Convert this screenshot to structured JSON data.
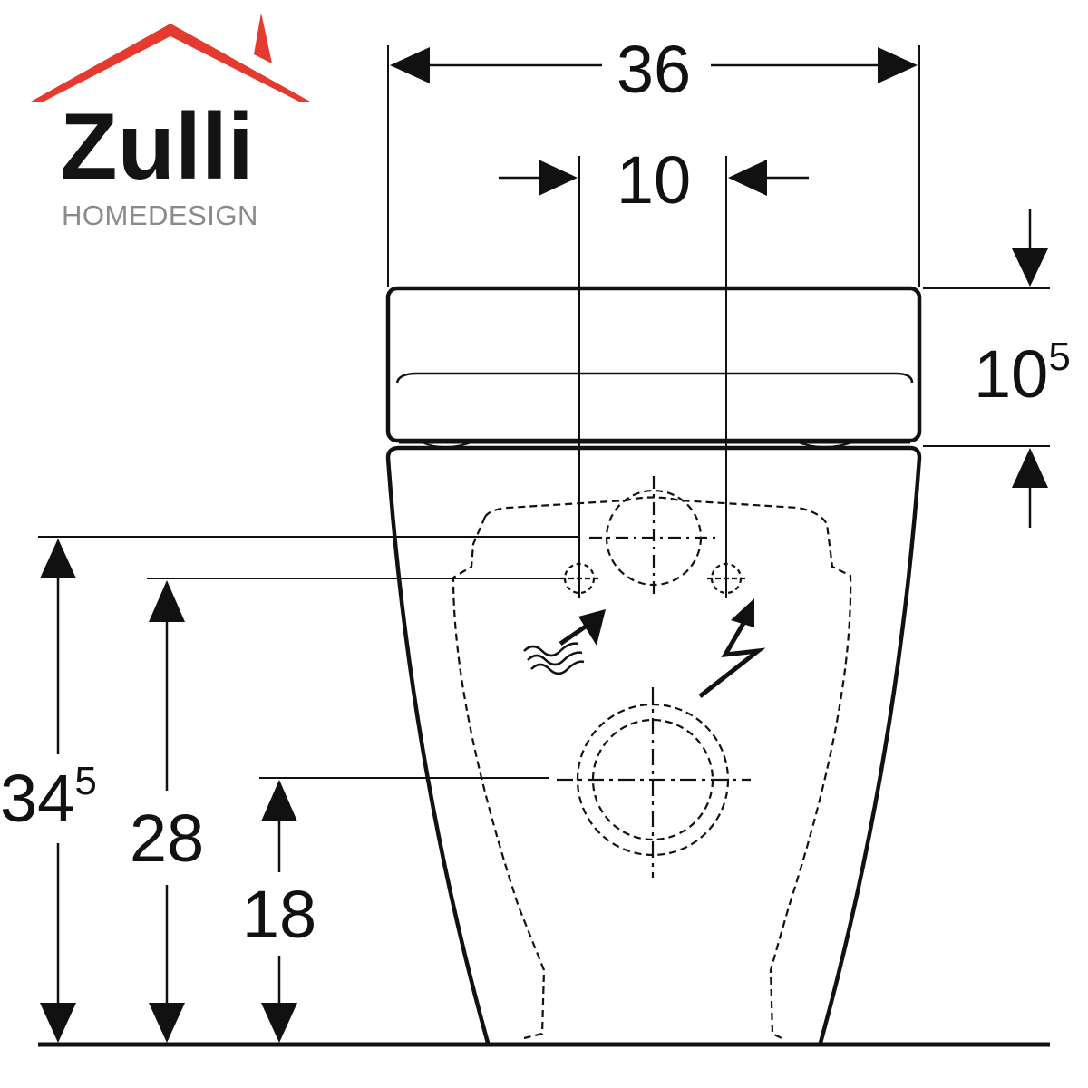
{
  "logo": {
    "name": "Zulli",
    "subtitle": "HOMEDESIGN",
    "roof_color": "#e53a2f"
  },
  "dimensions": {
    "overall_width": "36",
    "connection_spacing": "10",
    "seat_height_main": "10",
    "seat_height_sup": "5",
    "height_a_main": "34",
    "height_a_sup": "5",
    "height_b": "28",
    "height_c": "18"
  },
  "icons": {
    "water_inlet": "water-supply-icon",
    "electric": "electric-supply-icon"
  }
}
